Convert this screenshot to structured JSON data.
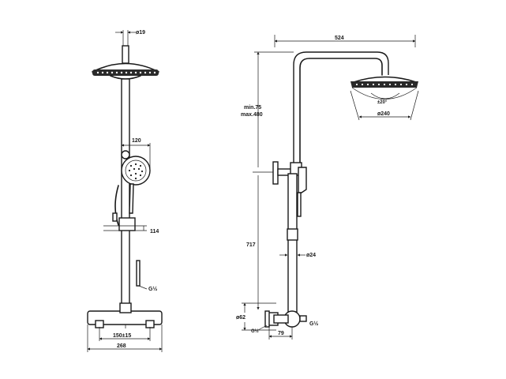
{
  "front_view": {
    "dims": {
      "pipe_diameter": "ø19",
      "hand_shower_width": "120",
      "slider_height": "114",
      "thread_inlet": "G½",
      "connection_spacing": "150±15",
      "total_width": "268"
    }
  },
  "side_view": {
    "dims": {
      "arm_length": "524",
      "min_max": "min.75\nmax.480",
      "min_label": "min.75",
      "max_label": "max.480",
      "tilt_angle": "±20°",
      "head_diameter": "ø240",
      "height": "717",
      "riser_diameter": "ø24",
      "mixer_diameter": "ø62",
      "thread_left": "G½",
      "thread_right": "G½",
      "offset": "79"
    }
  }
}
